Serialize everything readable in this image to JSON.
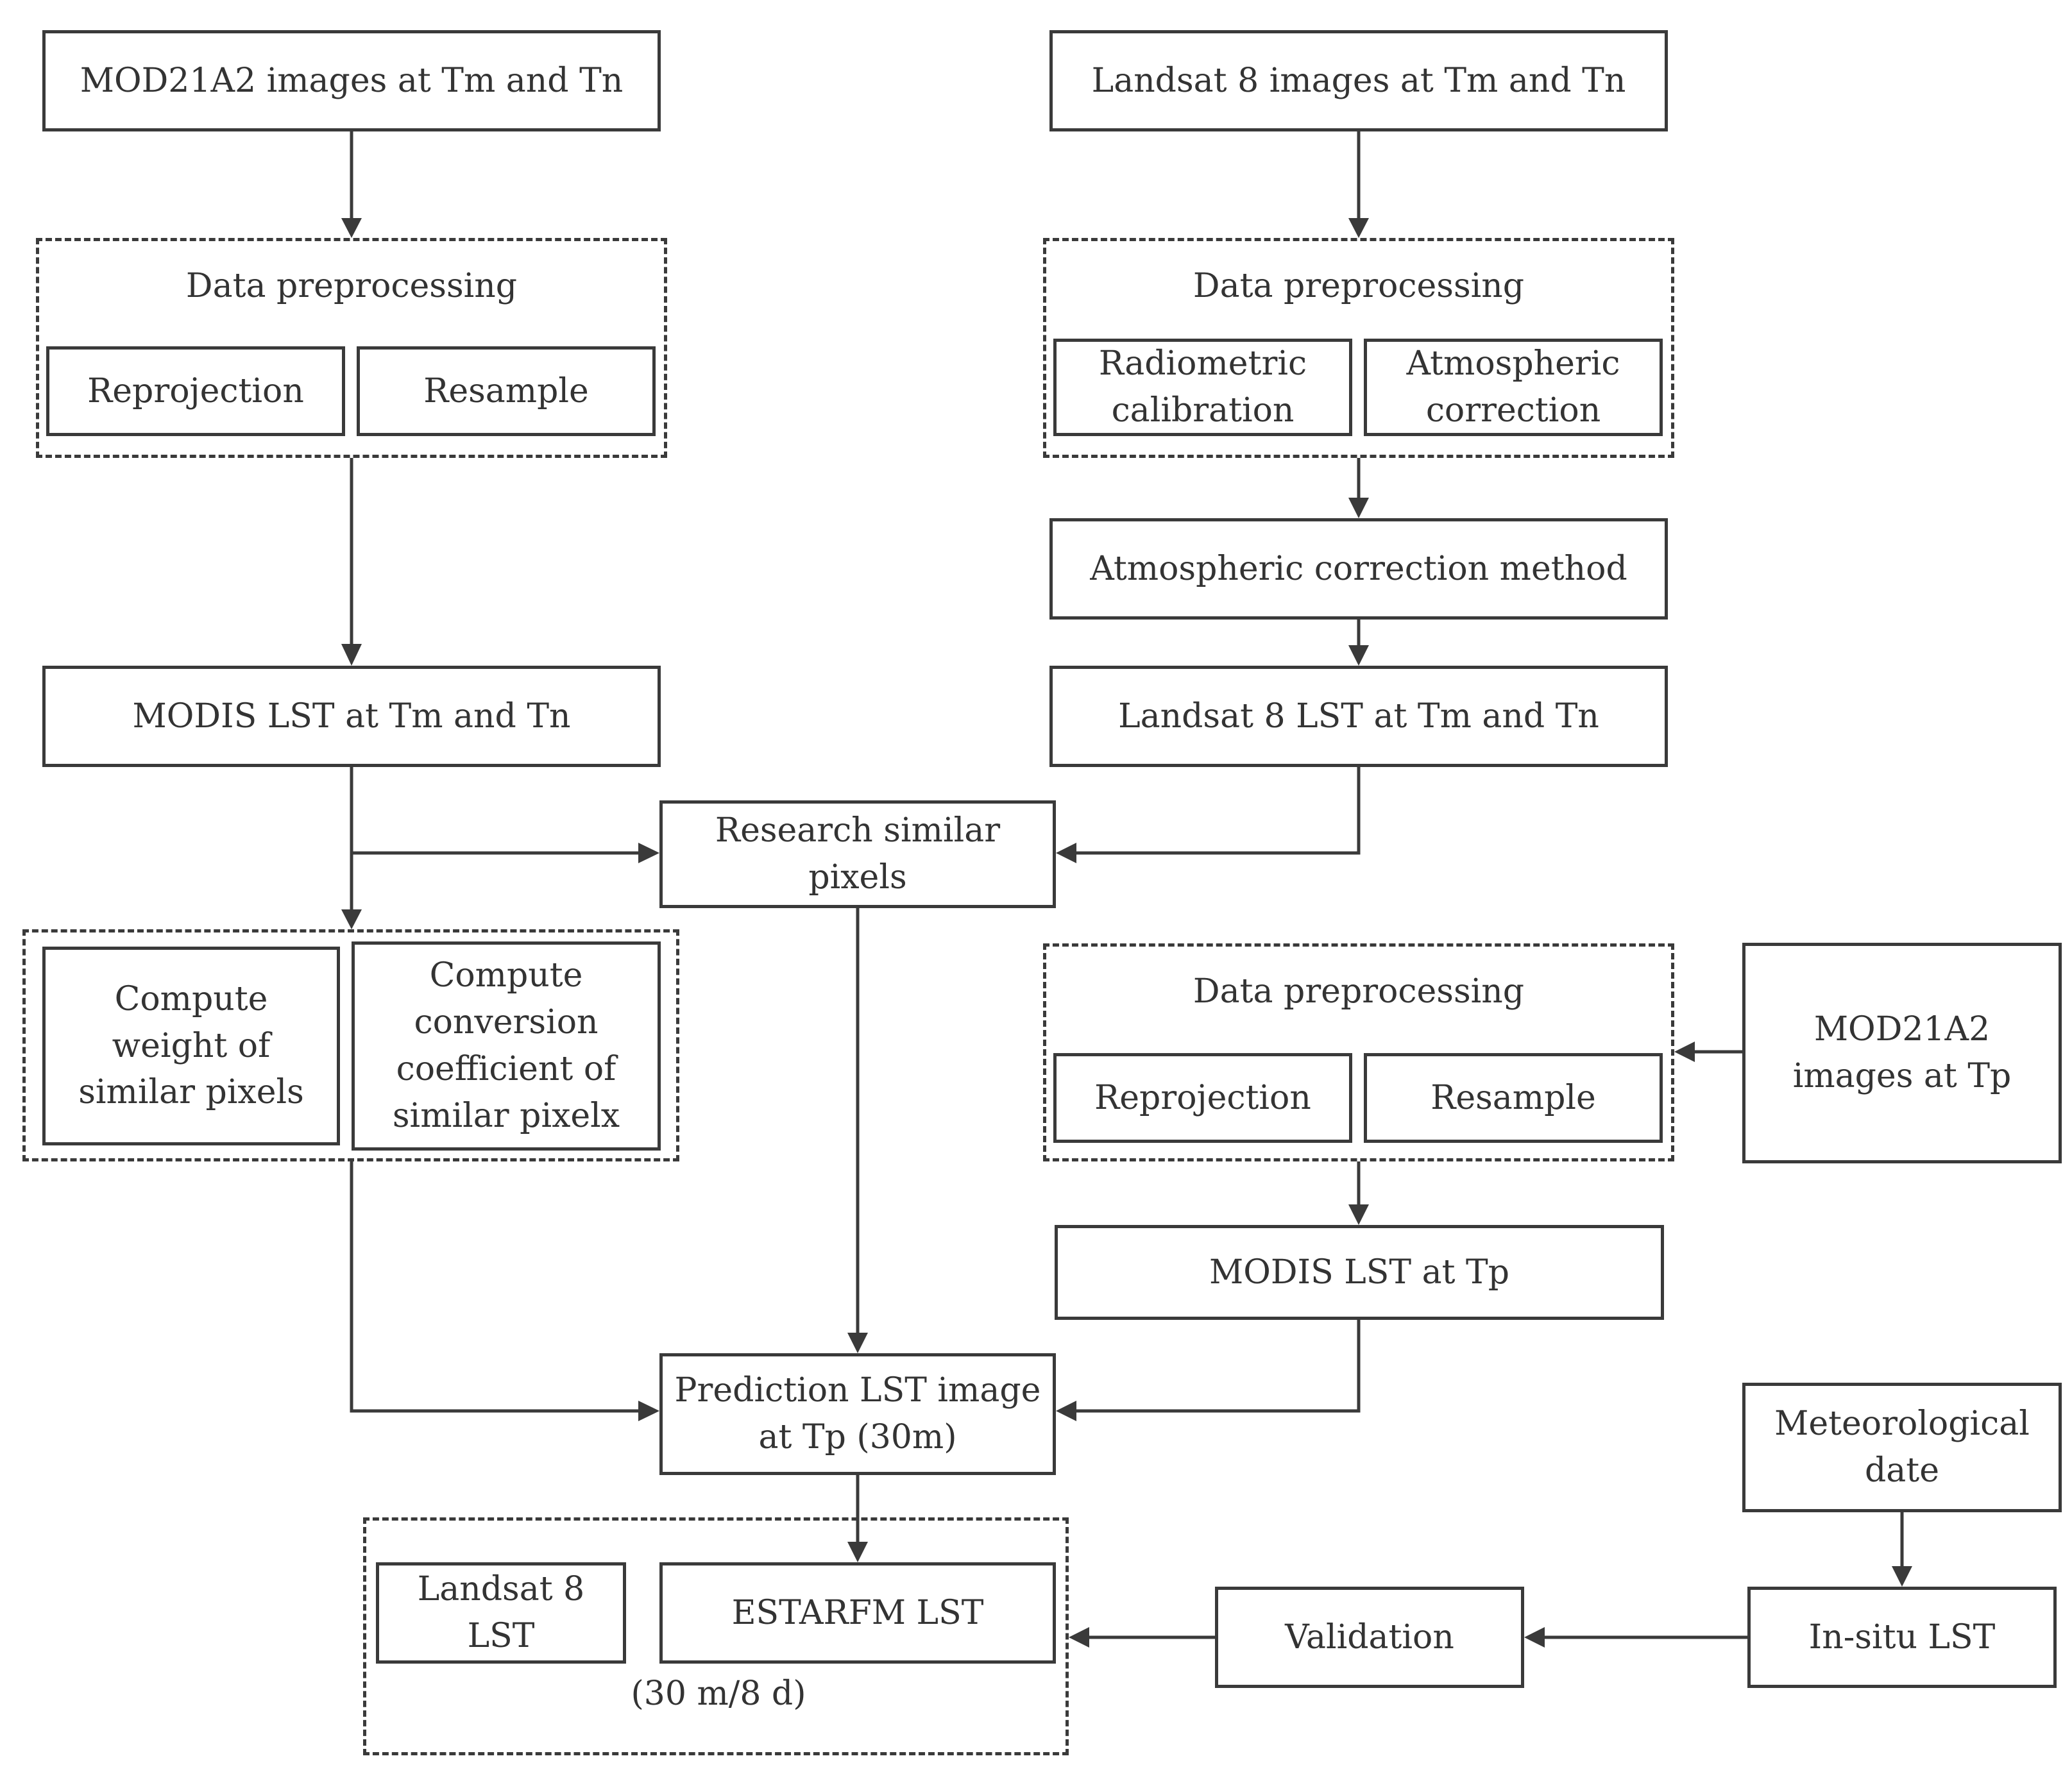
{
  "left_column": {
    "mod21a2_tm_tn": "MOD21A2 images at Tm and Tn",
    "preprocessing_title": "Data preprocessing",
    "reprojection": "Reprojection",
    "resample": "Resample",
    "modis_lst_tm_tn": "MODIS LST at Tm and Tn",
    "compute_weight": "Compute\nweight of\nsimilar pixels",
    "compute_conversion": "Compute\nconversion\ncoefficient of\nsimilar pixelx"
  },
  "right_column": {
    "landsat_tm_tn": "Landsat 8 images at Tm and Tn",
    "preprocessing_title": "Data preprocessing",
    "radiometric_calibration": "Radiometric\ncalibration",
    "atmospheric_correction": "Atmospheric\ncorrection",
    "atmospheric_correction_method": "Atmospheric correction method",
    "landsat_lst_tm_tn": "Landsat 8 LST at Tm and Tn"
  },
  "center": {
    "research_similar_pixels": "Research similar\npixels",
    "prediction_lst": "Prediction LST image\nat Tp (30m)"
  },
  "tp_branch": {
    "preprocessing_title": "Data preprocessing",
    "reprojection": "Reprojection",
    "resample": "Resample",
    "mod21a2_tp": "MOD21A2\nimages at Tp",
    "modis_lst_tp": "MODIS LST at Tp"
  },
  "output": {
    "landsat_lst": "Landsat 8\nLST",
    "estarfm_lst": "ESTARFM LST",
    "resolution": "(30 m/8 d)"
  },
  "validation_branch": {
    "validation": "Validation",
    "meteorological": "Meteorological\ndate",
    "in_situ_lst": "In-situ LST"
  },
  "colors": {
    "line": "#3a3a3a",
    "text": "#333333",
    "background": "#ffffff"
  }
}
